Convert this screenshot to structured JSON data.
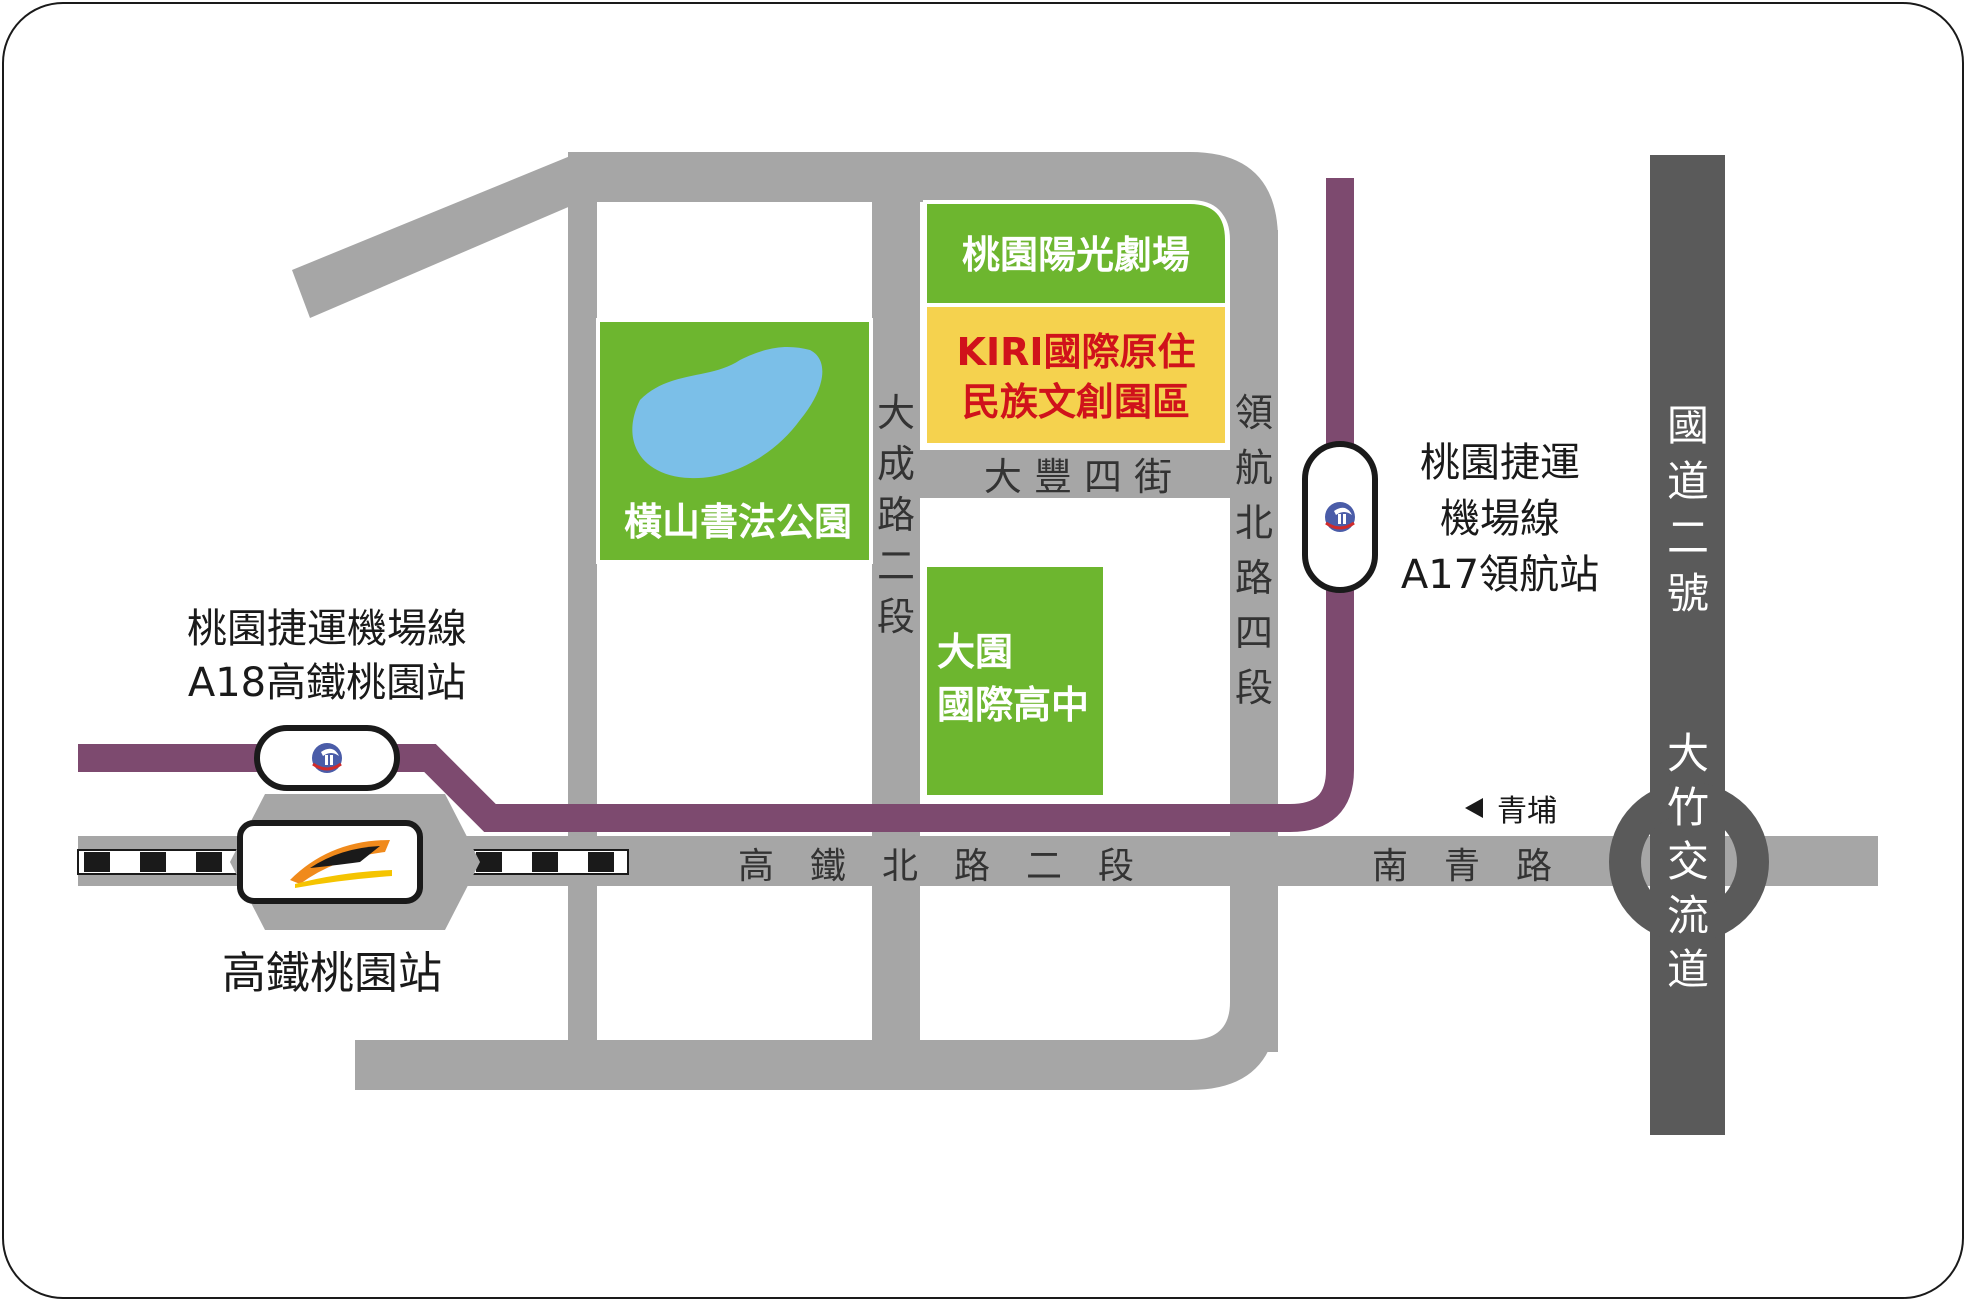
{
  "map": {
    "places": {
      "theater": "桃園陽光劇場",
      "kiri_line1": "KIRI國際原住",
      "kiri_line2": "民族文創園區",
      "park": "橫山書法公園",
      "school_line1": "大園",
      "school_line2": "國際高中"
    },
    "roads": {
      "dacheng": [
        "大",
        "成",
        "路",
        "二",
        "段"
      ],
      "dafeng": "大 豐 四 街",
      "linghang": [
        "領",
        "航",
        "北",
        "路",
        "四",
        "段"
      ],
      "gaotie_north": "高　鐵　北　路　二　段",
      "nanqing": "南　青　路",
      "freeway": [
        "國",
        "道",
        "二",
        "號"
      ],
      "interchange": [
        "大",
        "竹",
        "交",
        "流",
        "道"
      ],
      "qingpu": "青埔"
    },
    "stations": {
      "a17": [
        "桃園捷運",
        "機場線",
        "A17領航站"
      ],
      "a18": [
        "桃園捷運機場線",
        "A18高鐵桃園站"
      ],
      "hsr": "高鐵桃園站"
    },
    "colors": {
      "road": "#a6a6a6",
      "freeway": "#5a5a5a",
      "green": "#6db62f",
      "yellow": "#f5d24e",
      "mrt": "#7d4a6f",
      "lake": "#7bbfe8",
      "kiri_text": "#d0121b"
    }
  }
}
